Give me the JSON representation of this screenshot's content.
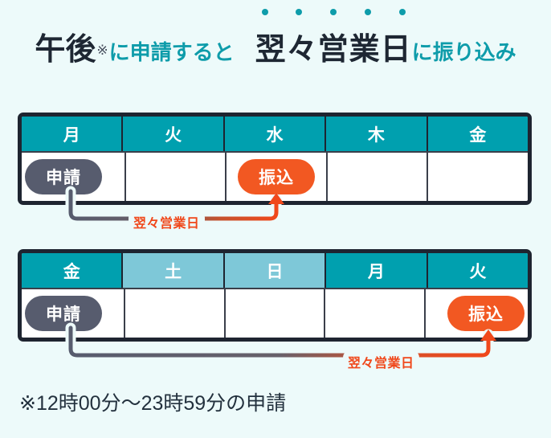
{
  "background_color": "#EDFAFA",
  "colors": {
    "teal_accent": "#0E9CAA",
    "header_weekday": "#00A0AF",
    "header_weekend": "#7EC8D8",
    "pill_apply": "#575C6E",
    "pill_transfer": "#F25822",
    "arrow_orange": "#F0481B",
    "border_dark": "#1E2430",
    "text_dark": "#1E2733"
  },
  "headline": {
    "part1_dark": "午後",
    "reference_mark": "※",
    "part2_teal": "に申請すると",
    "emphasis_word": "翌々営業日",
    "emphasis_dot_count": 5,
    "part3_teal": "に振り込み"
  },
  "calendars": [
    {
      "id": "calendar-weekday-case",
      "header": [
        {
          "label": "月",
          "weekend": false
        },
        {
          "label": "火",
          "weekend": false
        },
        {
          "label": "水",
          "weekend": false
        },
        {
          "label": "木",
          "weekend": false
        },
        {
          "label": "金",
          "weekend": false
        }
      ],
      "body": [
        {
          "pill": "申請",
          "type": "apply"
        },
        {
          "pill": "",
          "type": "empty"
        },
        {
          "pill": "振込",
          "type": "transfer"
        },
        {
          "pill": "",
          "type": "empty"
        },
        {
          "pill": "",
          "type": "empty"
        }
      ],
      "connector_label": "翌々営業日"
    },
    {
      "id": "calendar-weekend-case",
      "header": [
        {
          "label": "金",
          "weekend": false
        },
        {
          "label": "土",
          "weekend": true
        },
        {
          "label": "日",
          "weekend": true
        },
        {
          "label": "月",
          "weekend": false
        },
        {
          "label": "火",
          "weekend": false
        }
      ],
      "body": [
        {
          "pill": "申請",
          "type": "apply"
        },
        {
          "pill": "",
          "type": "empty"
        },
        {
          "pill": "",
          "type": "empty"
        },
        {
          "pill": "",
          "type": "empty"
        },
        {
          "pill": "振込",
          "type": "transfer"
        }
      ],
      "connector_label": "翌々営業日"
    }
  ],
  "footnote": "※12時00分〜23時59分の申請"
}
